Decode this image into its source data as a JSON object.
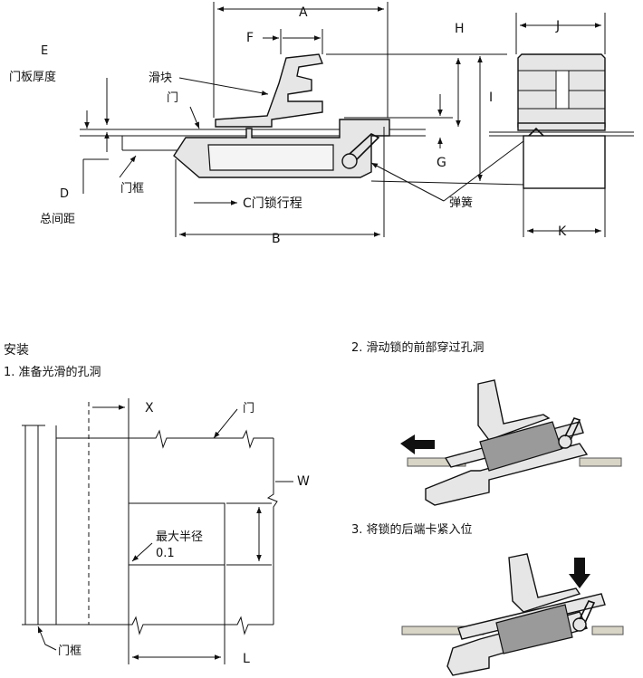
{
  "dims": {
    "A": "A",
    "B": "B",
    "C": "C门锁行程",
    "D": "D",
    "E": "E",
    "F": "F",
    "G": "G",
    "H": "H",
    "I": "I",
    "J": "J",
    "K": "K",
    "L": "L",
    "W": "W",
    "X": "X"
  },
  "labels": {
    "door_thickness": "门板厚度",
    "slider": "滑块",
    "door": "门",
    "door_frame": "门框",
    "total_gap": "总间距",
    "spring": "弹簧",
    "max_radius": "最大半径",
    "radius_value": "0.1"
  },
  "install": {
    "title": "安装",
    "step1": "1. 准备光滑的孔洞",
    "step2": "2. 滑动锁的前部穿过孔洞",
    "step3": "3. 将锁的后端卡紧入位"
  },
  "colors": {
    "part_fill": "#e6e6e6",
    "dark_fill": "#9a9a9a",
    "rod_fill": "#d8d4c6"
  },
  "icons": [
    "arrow-left-icon",
    "arrow-down-icon"
  ]
}
